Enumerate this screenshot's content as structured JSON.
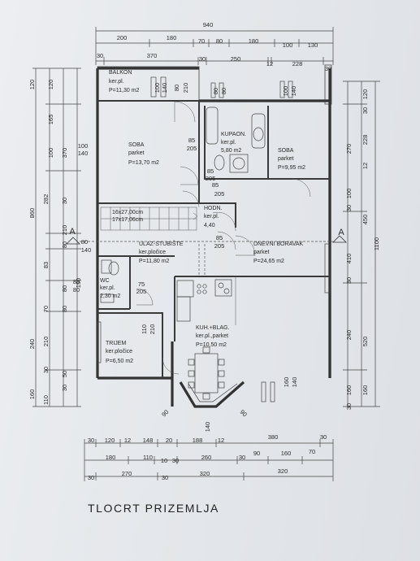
{
  "title": "TLOCRT PRIZEMLJA",
  "dims": {
    "top_total": "940",
    "top_row1": [
      "200",
      "180",
      "70",
      "80",
      "180",
      "100",
      "130"
    ],
    "top_row2": [
      "30",
      "370",
      "30",
      "250",
      "12",
      "228",
      "30"
    ],
    "bottom_row1": [
      "30",
      "120",
      "12",
      "148",
      "20",
      "188",
      "12",
      "380",
      "30"
    ],
    "bottom_row2": [
      "180",
      "110",
      "10",
      "30",
      "260",
      "30",
      "90",
      "160",
      "70"
    ],
    "bottom_row3": [
      "30",
      "270",
      "30",
      "320",
      "320"
    ],
    "left_total": "860",
    "left_outer": [
      "120",
      "120",
      "165",
      "100",
      "370",
      "282",
      "30",
      "210",
      "80",
      "83",
      "80",
      "190",
      "70",
      "80",
      "240",
      "210",
      "50",
      "30",
      "160",
      "110",
      "30"
    ],
    "right_total": "1100",
    "right_outer": [
      "120",
      "30",
      "228",
      "270",
      "12",
      "100",
      "30",
      "450",
      "410",
      "30",
      "520",
      "240",
      "160",
      "160",
      "30"
    ],
    "interior": [
      "100",
      "140",
      "80",
      "210",
      "80",
      "80",
      "100",
      "140",
      "85",
      "205",
      "85",
      "205",
      "85",
      "205",
      "85",
      "205",
      "100",
      "140",
      "80",
      "140",
      "80",
      "80",
      "75",
      "205",
      "110",
      "210",
      "160",
      "140",
      "90",
      "90",
      "140"
    ]
  },
  "rooms": {
    "balkon": {
      "name": "BALKON",
      "floor": "ker.pl.",
      "area": "P=11,30 m2"
    },
    "soba1": {
      "name": "SOBA",
      "floor": "parket",
      "area": "P=13,70 m2"
    },
    "kupaon": {
      "name": "KUPAON.",
      "floor": "ker.pl.",
      "area": "5,80 m2"
    },
    "soba2": {
      "name": "SOBA",
      "floor": "parket",
      "area": "P=9,95 m2"
    },
    "stairs": {
      "line1": "16x27,00cm",
      "line2": "17x17,06cm"
    },
    "hodn": {
      "name": "HODN.",
      "floor": "ker.pl.",
      "area": "4,40"
    },
    "ulaz": {
      "name": "ULAZ-STUBIŠTE",
      "floor": "ker.pločice",
      "area": "P=11,80 m2"
    },
    "boravak": {
      "name": "DNEVNI BORAVAK",
      "floor": "parket",
      "area": "P=24,65 m2"
    },
    "wc": {
      "name": "WC",
      "floor": "ker.pl.",
      "area": "2,30 m2"
    },
    "trijem": {
      "name": "TRIJEM",
      "floor": "ker.pločice",
      "area": "P=6,50 m2"
    },
    "kuh": {
      "name": "KUH.+BLAG.",
      "floor": "ker.pl.,parket",
      "area": "P=10,50 m2"
    }
  },
  "section_marks": [
    "A",
    "A"
  ]
}
